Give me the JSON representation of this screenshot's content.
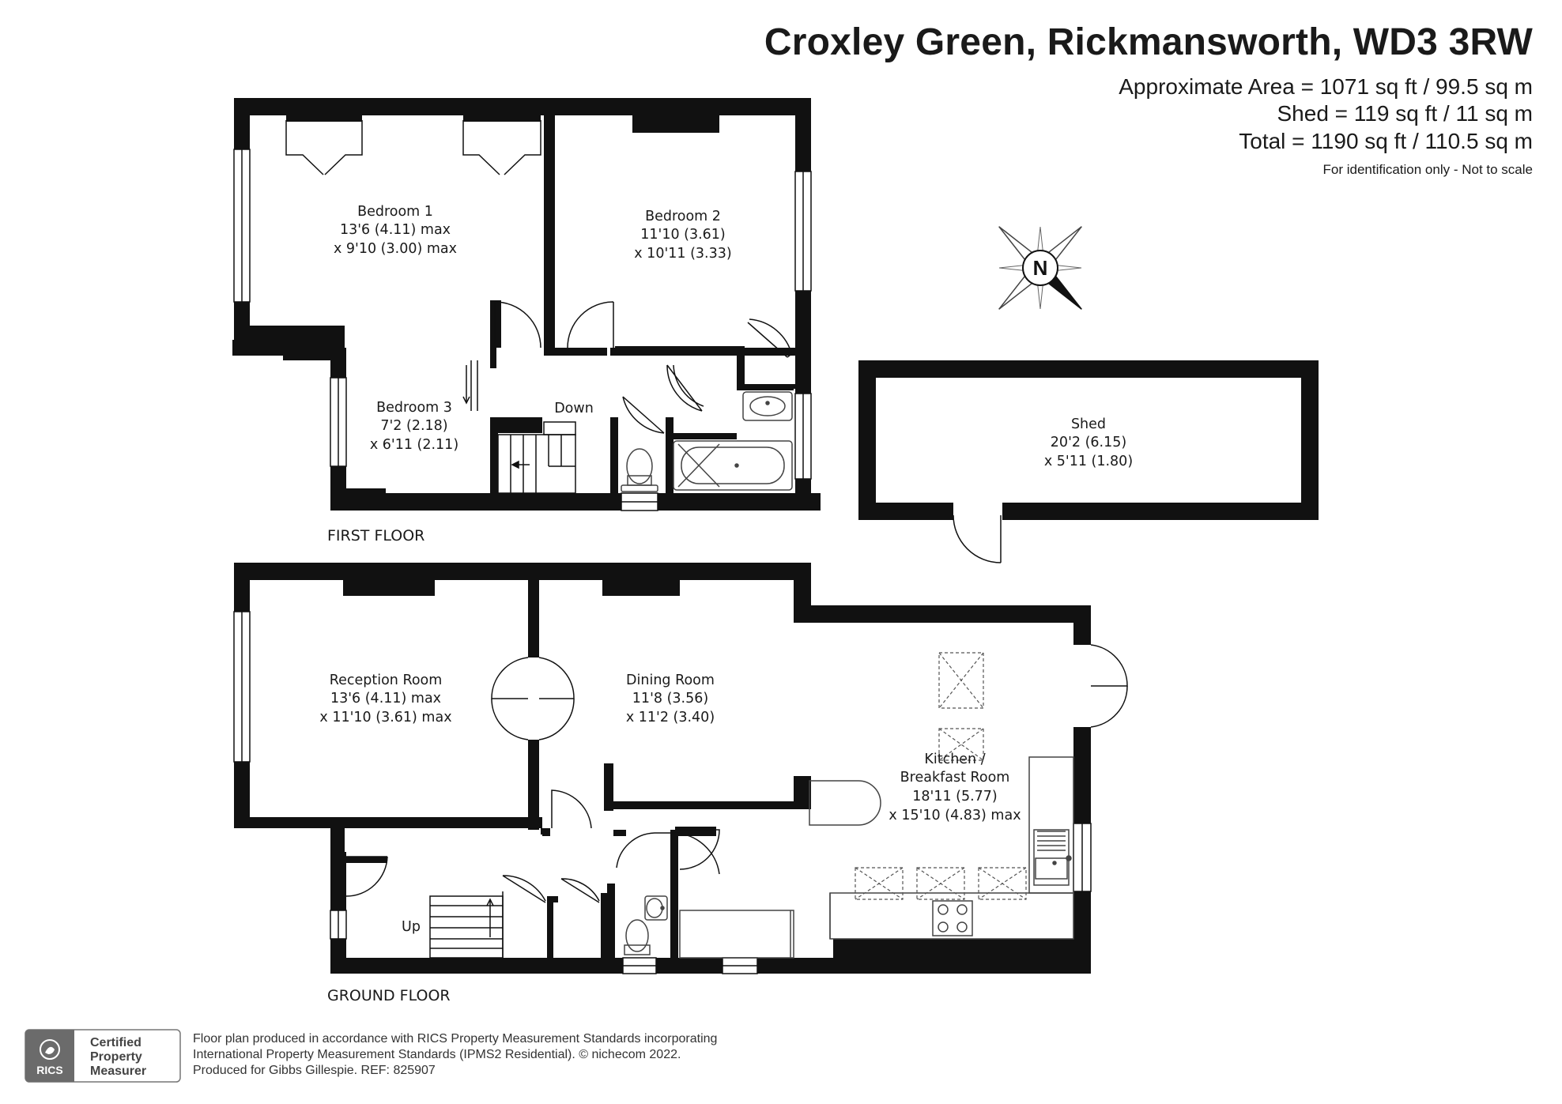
{
  "header": {
    "title": "Croxley Green, Rickmansworth, WD3 3RW",
    "approx_area": "Approximate Area = 1071 sq ft / 99.5 sq m",
    "shed_area": "Shed = 119 sq ft / 11 sq m",
    "total_area": "Total = 1190 sq ft / 110.5 sq m",
    "note": "For identification only - Not to scale"
  },
  "floors": {
    "first": "FIRST FLOOR",
    "ground": "GROUND FLOOR"
  },
  "rooms": {
    "bedroom1": {
      "name": "Bedroom 1",
      "dim1": "13'6 (4.11) max",
      "dim2": "x 9'10 (3.00) max"
    },
    "bedroom2": {
      "name": "Bedroom 2",
      "dim1": "11'10 (3.61)",
      "dim2": "x 10'11 (3.33)"
    },
    "bedroom3": {
      "name": "Bedroom 3",
      "dim1": "7'2 (2.18)",
      "dim2": "x 6'11 (2.11)"
    },
    "shed": {
      "name": "Shed",
      "dim1": "20'2 (6.15)",
      "dim2": "x 5'11 (1.80)"
    },
    "reception": {
      "name": "Reception Room",
      "dim1": "13'6 (4.11) max",
      "dim2": "x 11'10 (3.61) max"
    },
    "dining": {
      "name": "Dining Room",
      "dim1": "11'8 (3.56)",
      "dim2": "x 11'2 (3.40)"
    },
    "kitchen": {
      "name1": "Kitchen /",
      "name2": "Breakfast Room",
      "dim1": "18'11 (5.77)",
      "dim2": "x 15'10 (4.83) max"
    }
  },
  "stairs": {
    "down": "Down",
    "up": "Up"
  },
  "compass": {
    "letter": "N"
  },
  "badge": {
    "rics": "RICS",
    "line1": "Certified",
    "line2": "Property",
    "line3": "Measurer"
  },
  "footer": {
    "line1": "Floor plan produced in accordance with RICS Property Measurement Standards incorporating",
    "line2": "International Property Measurement Standards (IPMS2 Residential).   © nichecom 2022.",
    "line3": "Produced for Gibbs Gillespie.   REF:  825907"
  },
  "colors": {
    "wall": "#111111",
    "text": "#1a1a1a",
    "fixture": "#444444",
    "badge_bg": "#6b6b6b"
  }
}
